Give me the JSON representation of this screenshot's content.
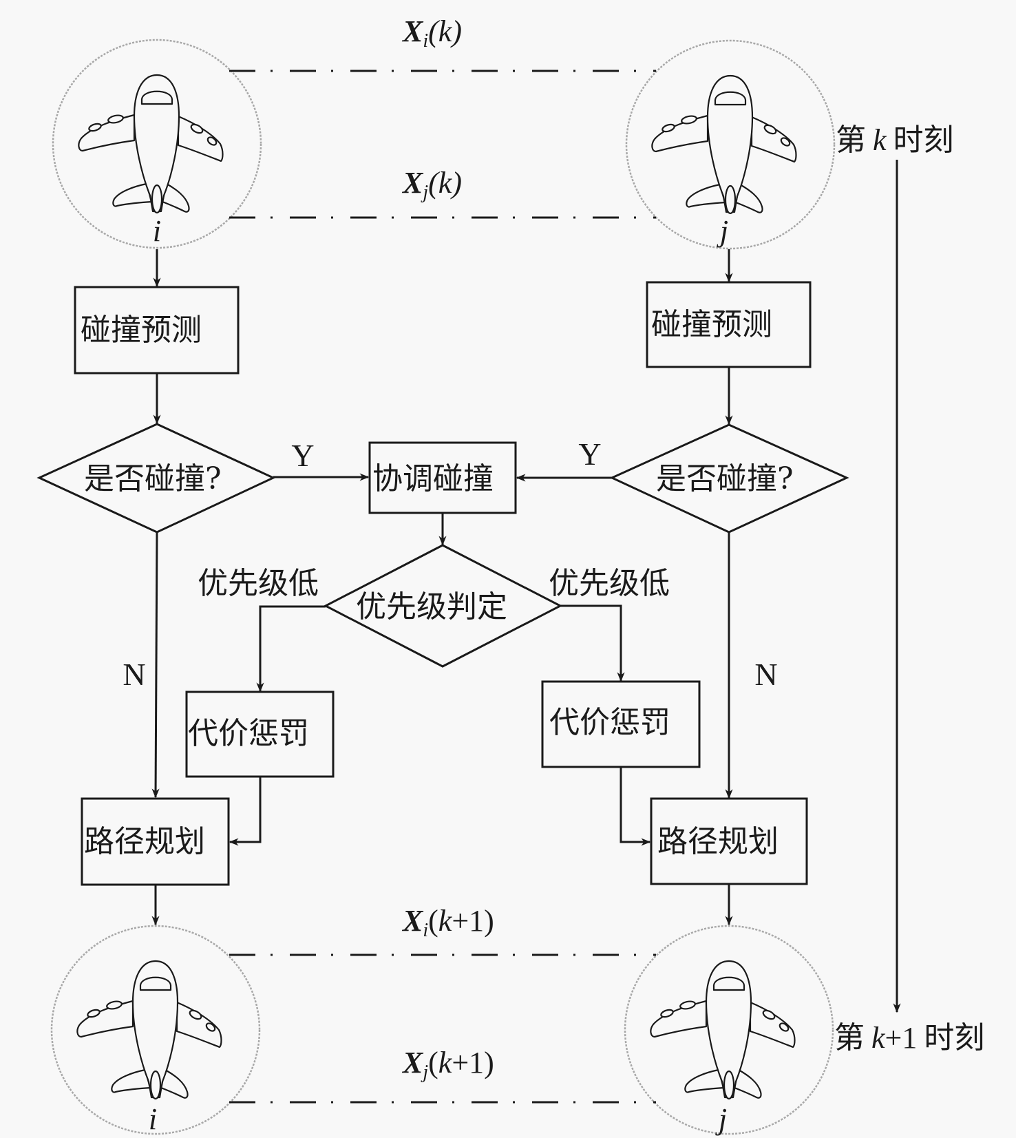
{
  "diagram": {
    "type": "flowchart",
    "title": "Multi-aircraft collision coordination flow",
    "aircraft": {
      "left_label": "i",
      "right_label": "j"
    },
    "state_labels": {
      "top_i": {
        "symbol": "X",
        "sub": "i",
        "arg": "(k)"
      },
      "top_j": {
        "symbol": "X",
        "sub": "j",
        "arg": "(k)"
      },
      "bottom_i": {
        "symbol": "X",
        "sub": "i",
        "arg_open": "(",
        "arg_k": "k",
        "arg_rest": "+1)"
      },
      "bottom_j": {
        "symbol": "X",
        "sub": "j",
        "arg_open": "(",
        "arg_k": "k",
        "arg_rest": "+1)"
      }
    },
    "time_labels": {
      "k_prefix": "第",
      "k_var": "k",
      "k_suffix": "时刻",
      "k1_prefix": "第",
      "k1_var": "k",
      "k1_rest": "+1",
      "k1_suffix": "时刻"
    },
    "nodes": {
      "predict_left": "碰撞预测",
      "predict_right": "碰撞预测",
      "decision_left": "是否碰撞?",
      "decision_right": "是否碰撞?",
      "coordinate": "协调碰撞",
      "priority": "优先级判定",
      "penalty_left": "代价惩罚",
      "penalty_right": "代价惩罚",
      "plan_left": "路径规划",
      "plan_right": "路径规划"
    },
    "edge_labels": {
      "yes_left": "Y",
      "yes_right": "Y",
      "no_left": "N",
      "no_right": "N",
      "low_left": "优先级低",
      "low_right": "优先级低"
    }
  }
}
